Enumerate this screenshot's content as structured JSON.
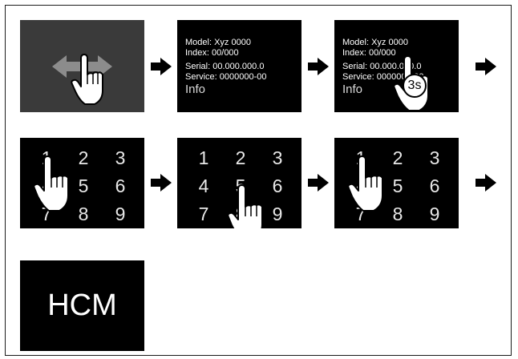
{
  "info_screen": {
    "model": "Model: Xyz 0000",
    "index": "Index: 00/000",
    "serial": "Serial: 00.000.000.0",
    "service": "Service: 0000000-00",
    "title": "Info"
  },
  "hold_badge": "3s",
  "keypad": [
    "1",
    "2",
    "3",
    "4",
    "5",
    "6",
    "7",
    "8",
    "9"
  ],
  "final_code": "HCM",
  "icons": {
    "step_arrow": "arrow-right-icon",
    "hand": "pointing-hand-icon",
    "swipe": "swipe-left-right-icon"
  },
  "colors": {
    "screen": "#000000",
    "dark_panel": "#3a3a3a",
    "swipe_arrow": "#8c8c8c",
    "text": "#ffffff"
  }
}
